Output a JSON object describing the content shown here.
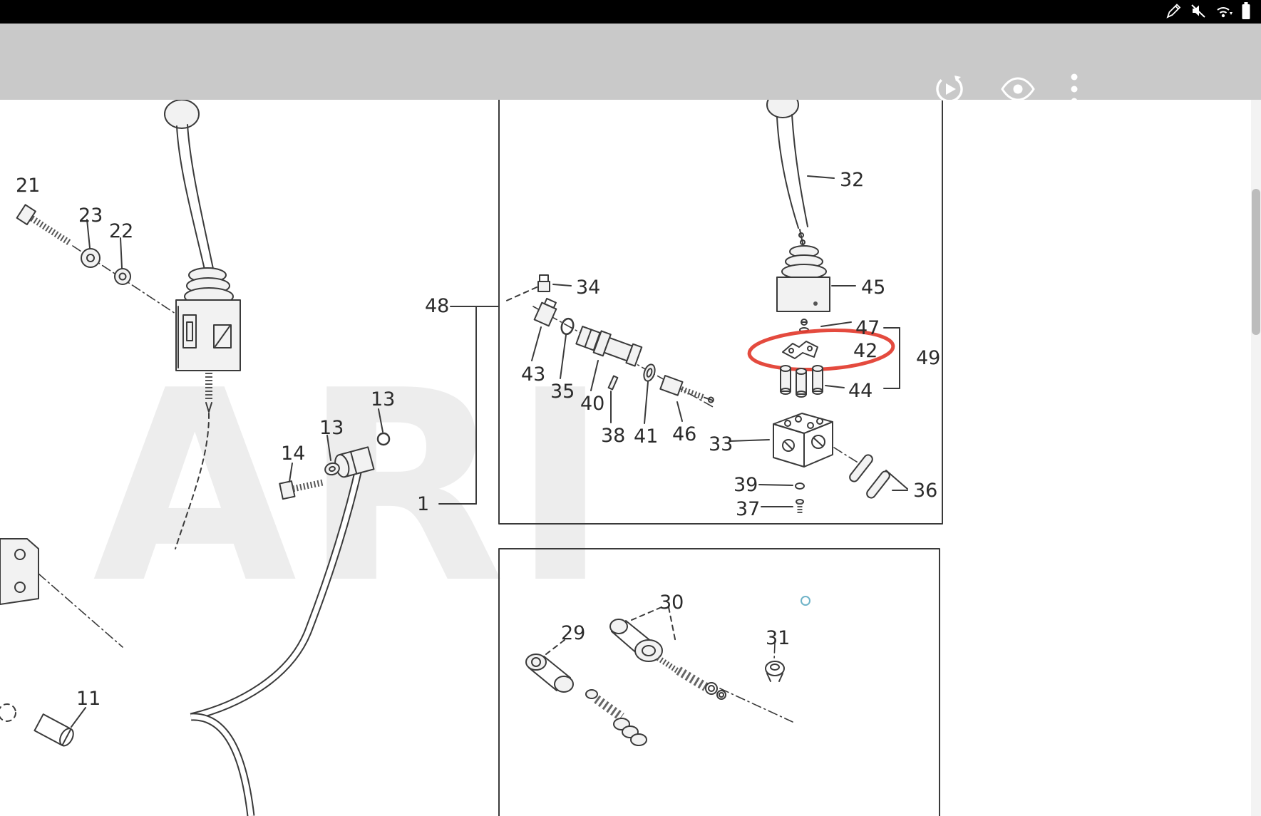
{
  "device": {
    "status_icons": [
      {
        "name": "edit-icon"
      },
      {
        "name": "sound-off-icon"
      },
      {
        "name": "wifi-icon"
      },
      {
        "name": "battery-icon"
      }
    ]
  },
  "toolbar": {
    "buttons": [
      {
        "icon": "rotate-play-icon"
      },
      {
        "icon": "eye-icon"
      },
      {
        "icon": "more-vertical-icon"
      }
    ]
  },
  "watermark": "ARI",
  "colors": {
    "highlight_red": "#e23b2e",
    "accent_blue": "#6fb3c8"
  },
  "diagram": {
    "callouts": [
      {
        "label": "21"
      },
      {
        "label": "23"
      },
      {
        "label": "22"
      },
      {
        "label": "13"
      },
      {
        "label": "13"
      },
      {
        "label": "14"
      },
      {
        "label": "11"
      },
      {
        "label": "1"
      },
      {
        "label": "48"
      },
      {
        "label": "34"
      },
      {
        "label": "43"
      },
      {
        "label": "35"
      },
      {
        "label": "40"
      },
      {
        "label": "38"
      },
      {
        "label": "41"
      },
      {
        "label": "46"
      },
      {
        "label": "33"
      },
      {
        "label": "39"
      },
      {
        "label": "37"
      },
      {
        "label": "32"
      },
      {
        "label": "45"
      },
      {
        "label": "47"
      },
      {
        "label": "42"
      },
      {
        "label": "49"
      },
      {
        "label": "44"
      },
      {
        "label": "36"
      },
      {
        "label": "29"
      },
      {
        "label": "30"
      },
      {
        "label": "31"
      }
    ]
  }
}
